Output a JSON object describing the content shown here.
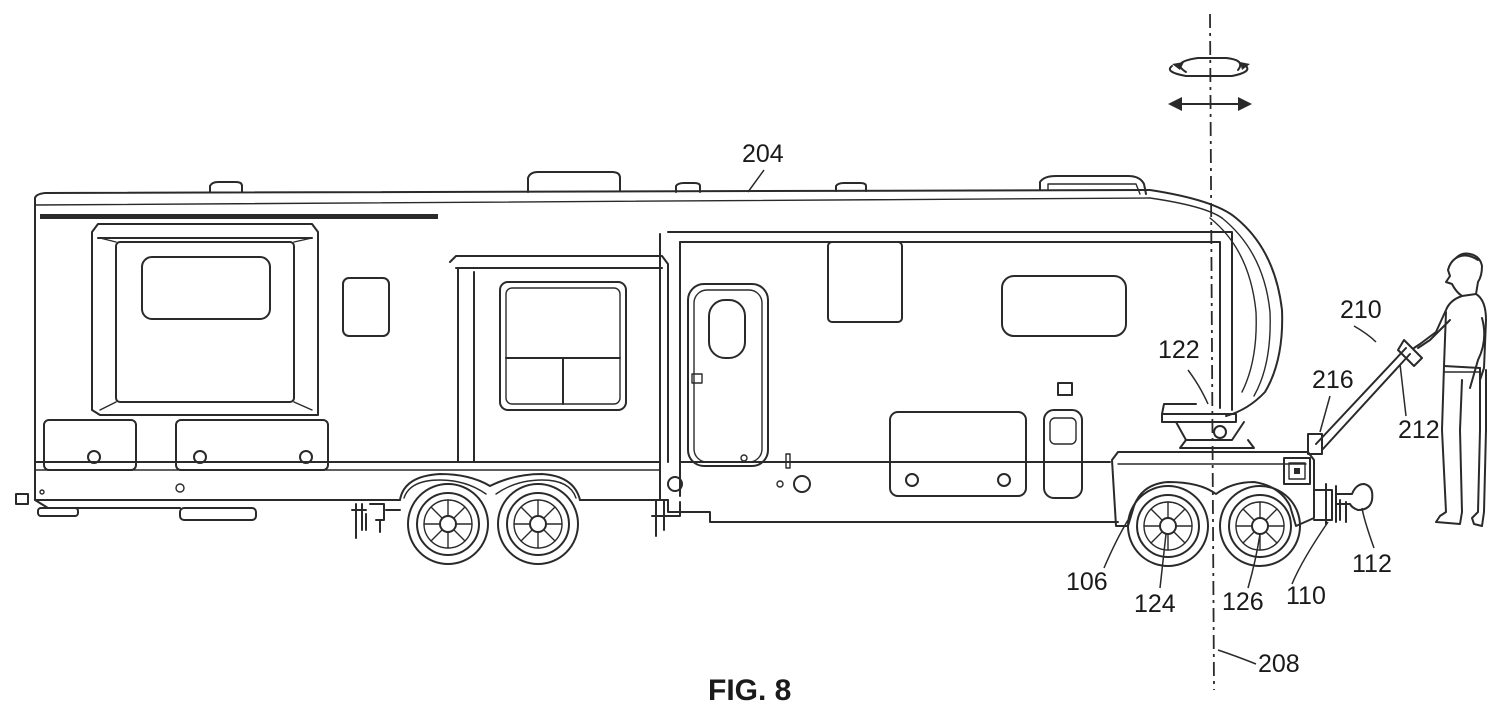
{
  "figure": {
    "caption": "FIG. 8"
  },
  "labels": {
    "trailer": "204",
    "axis": "208",
    "handle": "210",
    "controller": "212",
    "mount": "216",
    "hitch": "122",
    "dolly_frame": "106",
    "wheel_front": "124",
    "wheel_rear": "126",
    "tow_bracket": "110",
    "ball_coupler": "112"
  }
}
